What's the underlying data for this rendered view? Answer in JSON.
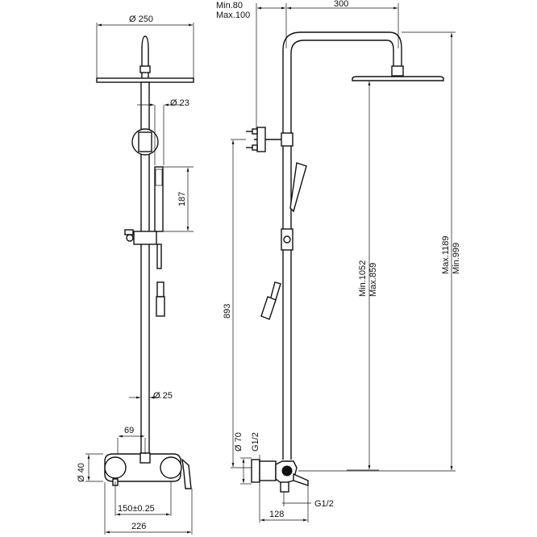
{
  "front_view": {
    "head_diameter": "Ø 250",
    "pipe_diameter": "Ø 23",
    "handshower_length": "187",
    "bar_diameter": "Ø 25",
    "offset_69": "69",
    "body_diameter": "Ø 40",
    "centers": "150±0.25",
    "body_width": "226"
  },
  "side_view": {
    "wall_min": "Min.80",
    "wall_max": "Max.100",
    "arm_length": "300",
    "height_893": "893",
    "rail_min": "Min.1052",
    "rail_max": "Max.859",
    "total_max": "Max.1189",
    "total_min": "Min.999",
    "inlet_diameter": "Ø 70",
    "thread_top": "G1/2",
    "thread_bottom": "G1/2",
    "depth_128": "128"
  }
}
